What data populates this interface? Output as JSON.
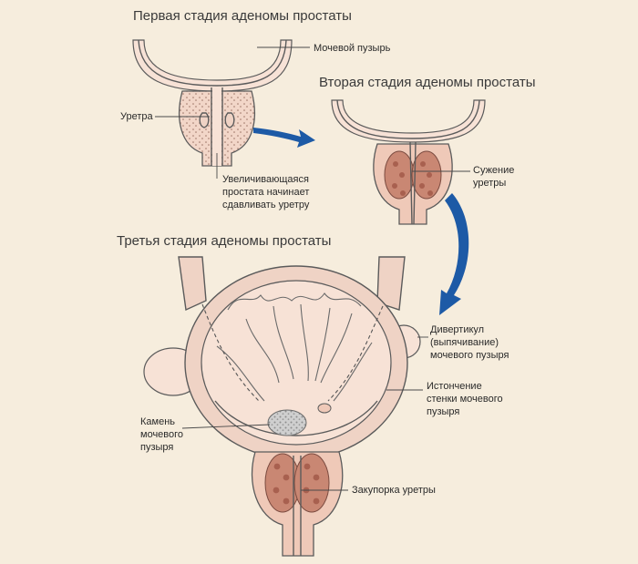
{
  "titles": {
    "stage1": "Первая стадия аденомы простаты",
    "stage2": "Вторая стадия аденомы простаты",
    "stage3": "Третья стадия аденомы простаты"
  },
  "labels": {
    "bladder": "Мочевой пузырь",
    "urethra": "Уретра",
    "enlarging": "Увеличивающаяся\nпростата начинает\nсдавливать уретру",
    "narrowing": "Сужение\nуретры",
    "diverticulum": "Дивертикул\n(выпячивание)\nмочевого пузыря",
    "thinning": "Истончение\nстенки мочевого\nпузыря",
    "stone": "Камень\nмочевого\nпузыря",
    "obstruction": "Закупорка уретры"
  },
  "colors": {
    "background": "#f6eddd",
    "tissue": "#efd3c5",
    "prostate_lobes": "#c98773",
    "arrow": "#1d5aa6"
  }
}
